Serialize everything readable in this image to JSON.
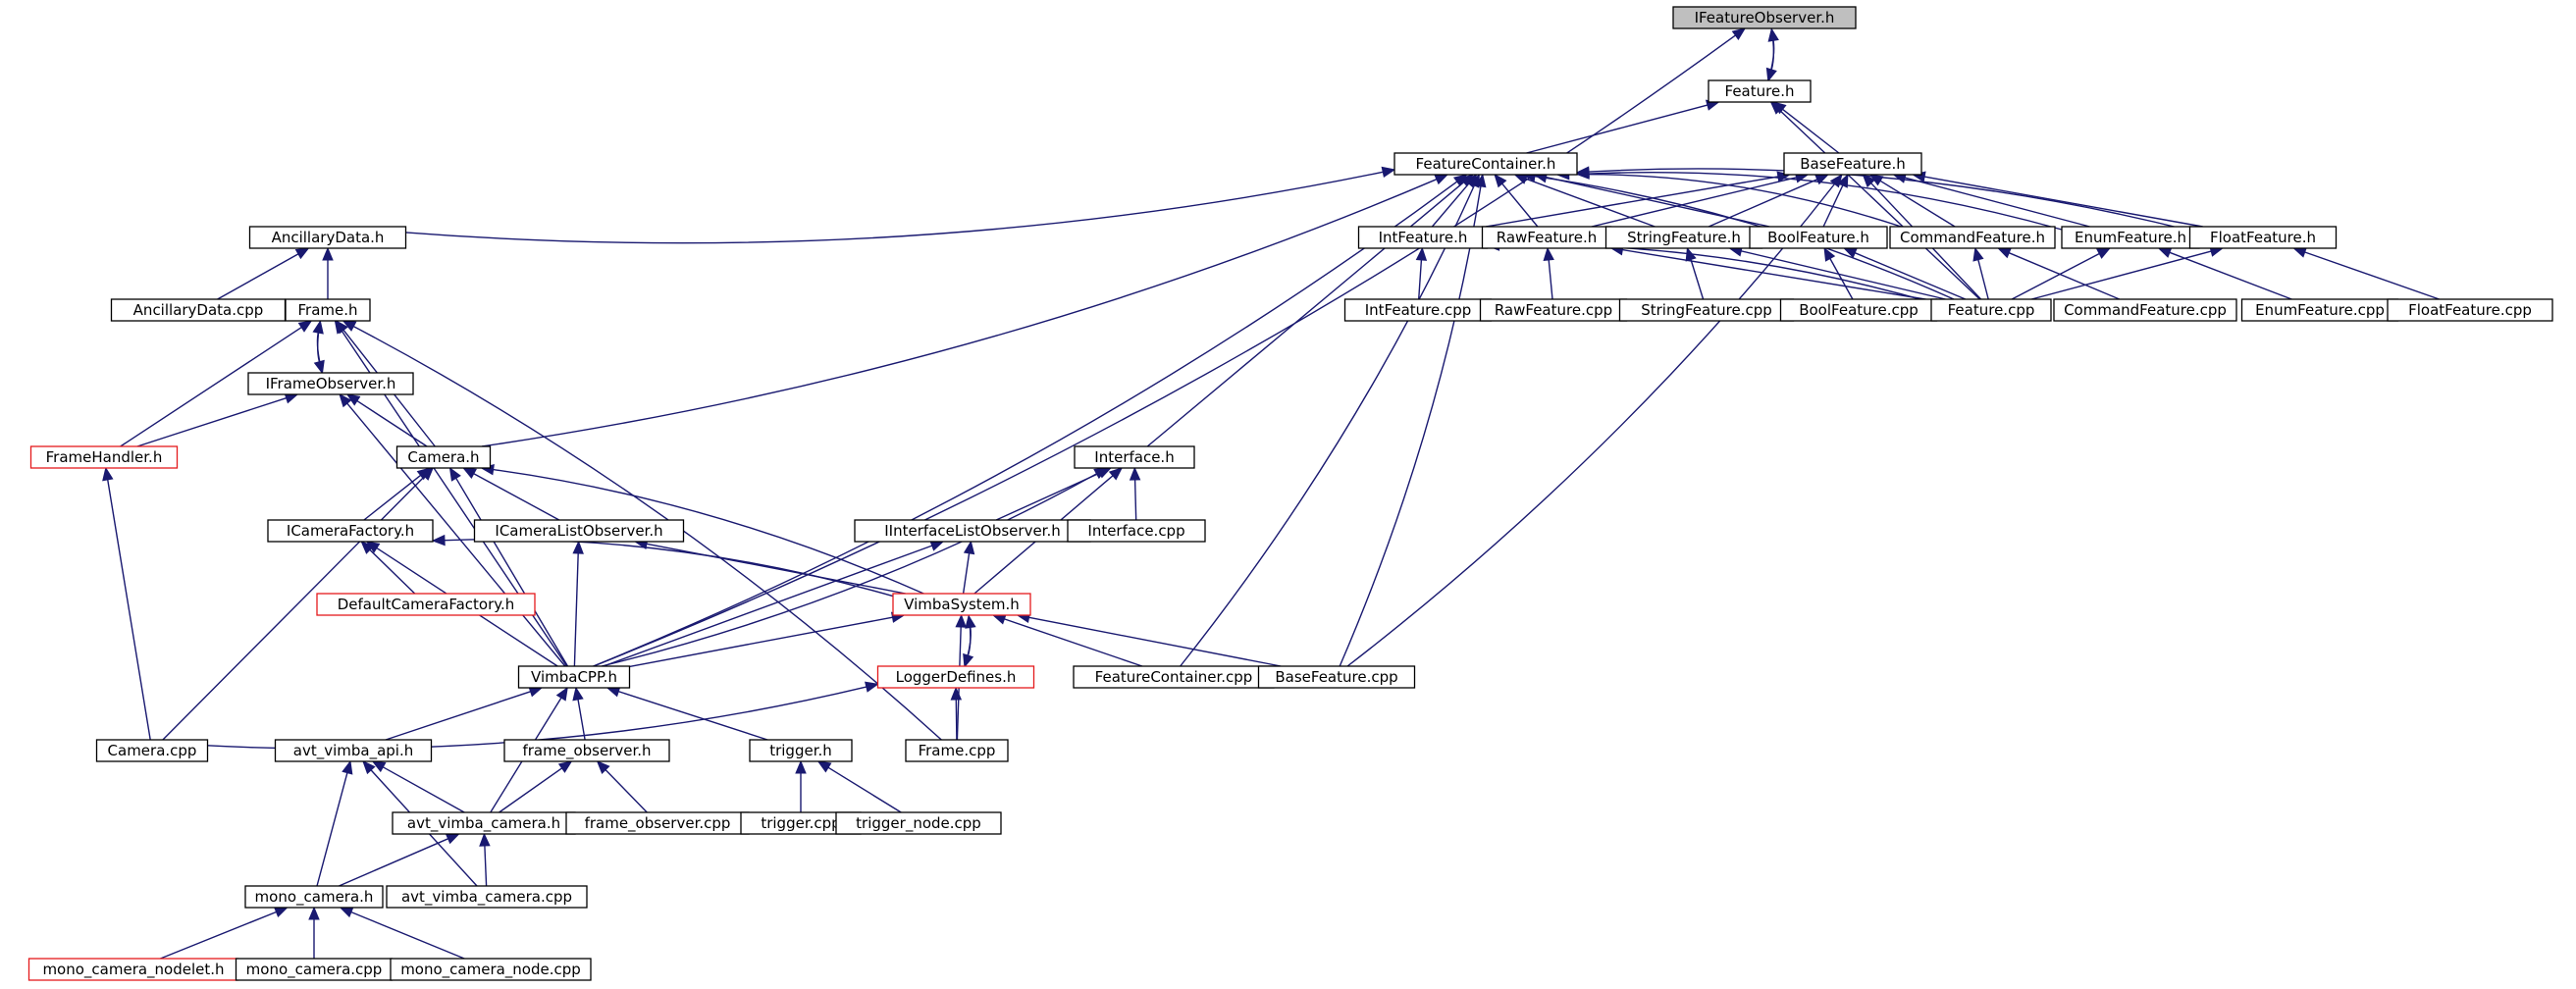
{
  "diagram": {
    "colors": {
      "edge": "#191970",
      "normal_border": "#000000",
      "highlight_border": "#e41a1c",
      "root_fill": "#bfbfbf",
      "fill": "#ffffff"
    },
    "nodes": [
      {
        "id": "IFeatureObserver_h",
        "label": "IFeatureObserver.h",
        "style": "root"
      },
      {
        "id": "Feature_h",
        "label": "Feature.h",
        "style": "normal"
      },
      {
        "id": "FeatureContainer_h",
        "label": "FeatureContainer.h",
        "style": "normal"
      },
      {
        "id": "BaseFeature_h",
        "label": "BaseFeature.h",
        "style": "normal"
      },
      {
        "id": "AncillaryData_h",
        "label": "AncillaryData.h",
        "style": "normal"
      },
      {
        "id": "IntFeature_h",
        "label": "IntFeature.h",
        "style": "normal"
      },
      {
        "id": "RawFeature_h",
        "label": "RawFeature.h",
        "style": "normal"
      },
      {
        "id": "StringFeature_h",
        "label": "StringFeature.h",
        "style": "normal"
      },
      {
        "id": "BoolFeature_h",
        "label": "BoolFeature.h",
        "style": "normal"
      },
      {
        "id": "CommandFeature_h",
        "label": "CommandFeature.h",
        "style": "normal"
      },
      {
        "id": "EnumFeature_h",
        "label": "EnumFeature.h",
        "style": "normal"
      },
      {
        "id": "FloatFeature_h",
        "label": "FloatFeature.h",
        "style": "normal"
      },
      {
        "id": "AncillaryData_cpp",
        "label": "AncillaryData.cpp",
        "style": "normal"
      },
      {
        "id": "Frame_h",
        "label": "Frame.h",
        "style": "normal"
      },
      {
        "id": "IntFeature_cpp",
        "label": "IntFeature.cpp",
        "style": "normal"
      },
      {
        "id": "RawFeature_cpp",
        "label": "RawFeature.cpp",
        "style": "normal"
      },
      {
        "id": "StringFeature_cpp",
        "label": "StringFeature.cpp",
        "style": "normal"
      },
      {
        "id": "BoolFeature_cpp",
        "label": "BoolFeature.cpp",
        "style": "normal"
      },
      {
        "id": "Feature_cpp",
        "label": "Feature.cpp",
        "style": "normal"
      },
      {
        "id": "CommandFeature_cpp",
        "label": "CommandFeature.cpp",
        "style": "normal"
      },
      {
        "id": "EnumFeature_cpp",
        "label": "EnumFeature.cpp",
        "style": "normal"
      },
      {
        "id": "FloatFeature_cpp",
        "label": "FloatFeature.cpp",
        "style": "normal"
      },
      {
        "id": "IFrameObserver_h",
        "label": "IFrameObserver.h",
        "style": "normal"
      },
      {
        "id": "FrameHandler_h",
        "label": "FrameHandler.h",
        "style": "highlight"
      },
      {
        "id": "Camera_h",
        "label": "Camera.h",
        "style": "normal"
      },
      {
        "id": "Interface_h",
        "label": "Interface.h",
        "style": "normal"
      },
      {
        "id": "ICameraFactory_h",
        "label": "ICameraFactory.h",
        "style": "normal"
      },
      {
        "id": "ICameraListObserver_h",
        "label": "ICameraListObserver.h",
        "style": "normal"
      },
      {
        "id": "IInterfaceListObserver_h",
        "label": "IInterfaceListObserver.h",
        "style": "normal"
      },
      {
        "id": "Interface_cpp",
        "label": "Interface.cpp",
        "style": "normal"
      },
      {
        "id": "DefaultCameraFactory_h",
        "label": "DefaultCameraFactory.h",
        "style": "highlight"
      },
      {
        "id": "VimbaSystem_h",
        "label": "VimbaSystem.h",
        "style": "highlight"
      },
      {
        "id": "VimbaCPP_h",
        "label": "VimbaCPP.h",
        "style": "normal"
      },
      {
        "id": "LoggerDefines_h",
        "label": "LoggerDefines.h",
        "style": "highlight"
      },
      {
        "id": "FeatureContainer_cpp",
        "label": "FeatureContainer.cpp",
        "style": "normal"
      },
      {
        "id": "BaseFeature_cpp",
        "label": "BaseFeature.cpp",
        "style": "normal"
      },
      {
        "id": "Camera_cpp",
        "label": "Camera.cpp",
        "style": "normal"
      },
      {
        "id": "avt_vimba_api_h",
        "label": "avt_vimba_api.h",
        "style": "normal"
      },
      {
        "id": "frame_observer_h",
        "label": "frame_observer.h",
        "style": "normal"
      },
      {
        "id": "trigger_h",
        "label": "trigger.h",
        "style": "normal"
      },
      {
        "id": "Frame_cpp",
        "label": "Frame.cpp",
        "style": "normal"
      },
      {
        "id": "avt_vimba_camera_h",
        "label": "avt_vimba_camera.h",
        "style": "normal"
      },
      {
        "id": "frame_observer_cpp",
        "label": "frame_observer.cpp",
        "style": "normal"
      },
      {
        "id": "trigger_cpp",
        "label": "trigger.cpp",
        "style": "normal"
      },
      {
        "id": "trigger_node_cpp",
        "label": "trigger_node.cpp",
        "style": "normal"
      },
      {
        "id": "mono_camera_h",
        "label": "mono_camera.h",
        "style": "normal"
      },
      {
        "id": "avt_vimba_camera_cpp",
        "label": "avt_vimba_camera.cpp",
        "style": "normal"
      },
      {
        "id": "mono_camera_nodelet_h",
        "label": "mono_camera_nodelet.h",
        "style": "highlight"
      },
      {
        "id": "mono_camera_cpp",
        "label": "mono_camera.cpp",
        "style": "normal"
      },
      {
        "id": "mono_camera_node_cpp",
        "label": "mono_camera_node.cpp",
        "style": "normal"
      }
    ],
    "edges": [
      [
        "Feature_h",
        "IFeatureObserver_h"
      ],
      [
        "IFeatureObserver_h",
        "Feature_h"
      ],
      [
        "VimbaCPP_h",
        "IFeatureObserver_h"
      ],
      [
        "FeatureContainer_h",
        "Feature_h"
      ],
      [
        "BaseFeature_h",
        "Feature_h"
      ],
      [
        "Feature_cpp",
        "Feature_h"
      ],
      [
        "AncillaryData_h",
        "FeatureContainer_h"
      ],
      [
        "IntFeature_h",
        "FeatureContainer_h"
      ],
      [
        "RawFeature_h",
        "FeatureContainer_h"
      ],
      [
        "StringFeature_h",
        "FeatureContainer_h"
      ],
      [
        "BoolFeature_h",
        "FeatureContainer_h"
      ],
      [
        "CommandFeature_h",
        "FeatureContainer_h"
      ],
      [
        "EnumFeature_h",
        "FeatureContainer_h"
      ],
      [
        "FloatFeature_h",
        "FeatureContainer_h"
      ],
      [
        "Camera_h",
        "FeatureContainer_h"
      ],
      [
        "Interface_h",
        "FeatureContainer_h"
      ],
      [
        "VimbaCPP_h",
        "FeatureContainer_h"
      ],
      [
        "FeatureContainer_cpp",
        "FeatureContainer_h"
      ],
      [
        "BaseFeature_cpp",
        "FeatureContainer_h"
      ],
      [
        "Feature_cpp",
        "FeatureContainer_h"
      ],
      [
        "IntFeature_h",
        "BaseFeature_h"
      ],
      [
        "RawFeature_h",
        "BaseFeature_h"
      ],
      [
        "StringFeature_h",
        "BaseFeature_h"
      ],
      [
        "BoolFeature_h",
        "BaseFeature_h"
      ],
      [
        "CommandFeature_h",
        "BaseFeature_h"
      ],
      [
        "EnumFeature_h",
        "BaseFeature_h"
      ],
      [
        "FloatFeature_h",
        "BaseFeature_h"
      ],
      [
        "BaseFeature_cpp",
        "BaseFeature_h"
      ],
      [
        "Feature_cpp",
        "BaseFeature_h"
      ],
      [
        "AncillaryData_cpp",
        "AncillaryData_h"
      ],
      [
        "Frame_h",
        "AncillaryData_h"
      ],
      [
        "IntFeature_cpp",
        "IntFeature_h"
      ],
      [
        "Feature_cpp",
        "IntFeature_h"
      ],
      [
        "RawFeature_cpp",
        "RawFeature_h"
      ],
      [
        "Feature_cpp",
        "RawFeature_h"
      ],
      [
        "StringFeature_cpp",
        "StringFeature_h"
      ],
      [
        "Feature_cpp",
        "StringFeature_h"
      ],
      [
        "BoolFeature_cpp",
        "BoolFeature_h"
      ],
      [
        "Feature_cpp",
        "BoolFeature_h"
      ],
      [
        "CommandFeature_cpp",
        "CommandFeature_h"
      ],
      [
        "Feature_cpp",
        "CommandFeature_h"
      ],
      [
        "EnumFeature_cpp",
        "EnumFeature_h"
      ],
      [
        "Feature_cpp",
        "EnumFeature_h"
      ],
      [
        "FloatFeature_cpp",
        "FloatFeature_h"
      ],
      [
        "Feature_cpp",
        "FloatFeature_h"
      ],
      [
        "IFrameObserver_h",
        "Frame_h"
      ],
      [
        "Frame_h",
        "IFrameObserver_h"
      ],
      [
        "FrameHandler_h",
        "Frame_h"
      ],
      [
        "Camera_h",
        "Frame_h"
      ],
      [
        "VimbaCPP_h",
        "Frame_h"
      ],
      [
        "Frame_cpp",
        "Frame_h"
      ],
      [
        "FrameHandler_h",
        "IFrameObserver_h"
      ],
      [
        "Camera_h",
        "IFrameObserver_h"
      ],
      [
        "VimbaCPP_h",
        "IFrameObserver_h"
      ],
      [
        "Camera_cpp",
        "FrameHandler_h"
      ],
      [
        "ICameraFactory_h",
        "Camera_h"
      ],
      [
        "ICameraListObserver_h",
        "Camera_h"
      ],
      [
        "VimbaCPP_h",
        "Camera_h"
      ],
      [
        "VimbaSystem_h",
        "Camera_h"
      ],
      [
        "Camera_cpp",
        "Camera_h"
      ],
      [
        "IInterfaceListObserver_h",
        "Interface_h"
      ],
      [
        "Interface_cpp",
        "Interface_h"
      ],
      [
        "VimbaSystem_h",
        "Interface_h"
      ],
      [
        "VimbaCPP_h",
        "Interface_h"
      ],
      [
        "DefaultCameraFactory_h",
        "ICameraFactory_h"
      ],
      [
        "VimbaSystem_h",
        "ICameraFactory_h"
      ],
      [
        "VimbaCPP_h",
        "ICameraFactory_h"
      ],
      [
        "VimbaSystem_h",
        "ICameraListObserver_h"
      ],
      [
        "VimbaCPP_h",
        "ICameraListObserver_h"
      ],
      [
        "VimbaSystem_h",
        "IInterfaceListObserver_h"
      ],
      [
        "VimbaCPP_h",
        "IInterfaceListObserver_h"
      ],
      [
        "VimbaCPP_h",
        "VimbaSystem_h"
      ],
      [
        "LoggerDefines_h",
        "VimbaSystem_h"
      ],
      [
        "VimbaSystem_h",
        "LoggerDefines_h"
      ],
      [
        "FeatureContainer_cpp",
        "VimbaSystem_h"
      ],
      [
        "BaseFeature_cpp",
        "VimbaSystem_h"
      ],
      [
        "Frame_cpp",
        "VimbaSystem_h"
      ],
      [
        "Camera_cpp",
        "LoggerDefines_h"
      ],
      [
        "Frame_cpp",
        "LoggerDefines_h"
      ],
      [
        "avt_vimba_api_h",
        "VimbaCPP_h"
      ],
      [
        "frame_observer_h",
        "VimbaCPP_h"
      ],
      [
        "trigger_h",
        "VimbaCPP_h"
      ],
      [
        "avt_vimba_camera_h",
        "VimbaCPP_h"
      ],
      [
        "avt_vimba_camera_h",
        "avt_vimba_api_h"
      ],
      [
        "mono_camera_h",
        "avt_vimba_api_h"
      ],
      [
        "avt_vimba_camera_cpp",
        "avt_vimba_api_h"
      ],
      [
        "avt_vimba_camera_h",
        "frame_observer_h"
      ],
      [
        "frame_observer_cpp",
        "frame_observer_h"
      ],
      [
        "trigger_cpp",
        "trigger_h"
      ],
      [
        "trigger_node_cpp",
        "trigger_h"
      ],
      [
        "mono_camera_h",
        "avt_vimba_camera_h"
      ],
      [
        "avt_vimba_camera_cpp",
        "avt_vimba_camera_h"
      ],
      [
        "mono_camera_nodelet_h",
        "mono_camera_h"
      ],
      [
        "mono_camera_cpp",
        "mono_camera_h"
      ],
      [
        "mono_camera_node_cpp",
        "mono_camera_h"
      ]
    ]
  }
}
